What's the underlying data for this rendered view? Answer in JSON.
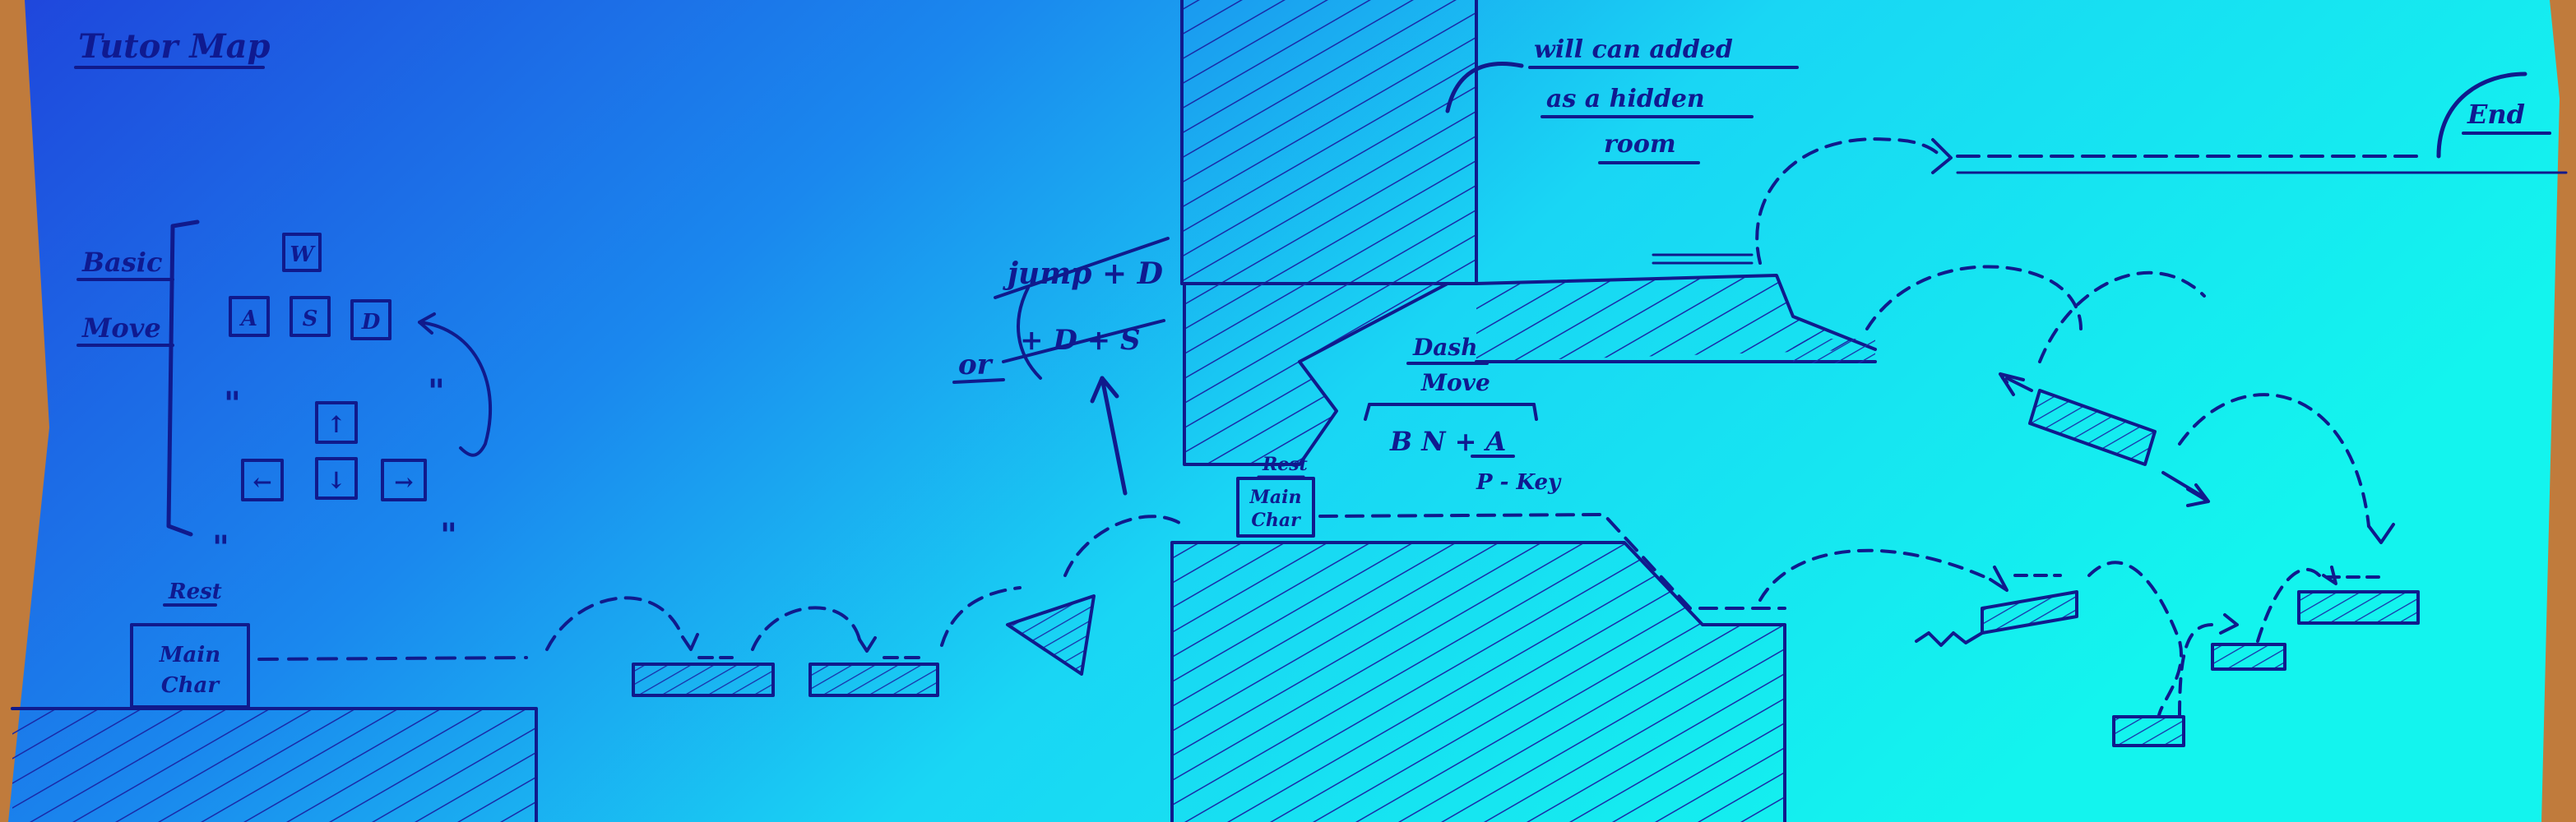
{
  "title": "Tutor Map",
  "basic_move_label": {
    "line1": "Basic",
    "line2": "Move"
  },
  "keys": {
    "up": "W",
    "a": "A",
    "s": "S",
    "d": "D"
  },
  "arrow_keys": {
    "up": "↑",
    "left": "←",
    "down": "↓",
    "right": "→"
  },
  "equals_marks": {
    "upper": "\"",
    "lower": "\""
  },
  "start_box": {
    "header": "Rest",
    "line1": "Main",
    "line2": "Char"
  },
  "mid_box": {
    "header": "Rest",
    "line1": "Main",
    "line2": "Char"
  },
  "jump_formula": {
    "prefix": "or",
    "top": "jump + D",
    "bottom": "+ D + S"
  },
  "dash_label": {
    "line1": "Dash",
    "line2": "Move",
    "combo": "B N + A",
    "sub": "P - Key"
  },
  "hidden_room_note": {
    "line1": "will can added",
    "line2": "as a hidden",
    "line3": "room"
  },
  "end_label": "End",
  "colors": {
    "ink": "#101a8c",
    "paper_left": "#1f4fe0",
    "paper_right": "#16f2ef",
    "edge": "#b87a3a"
  }
}
